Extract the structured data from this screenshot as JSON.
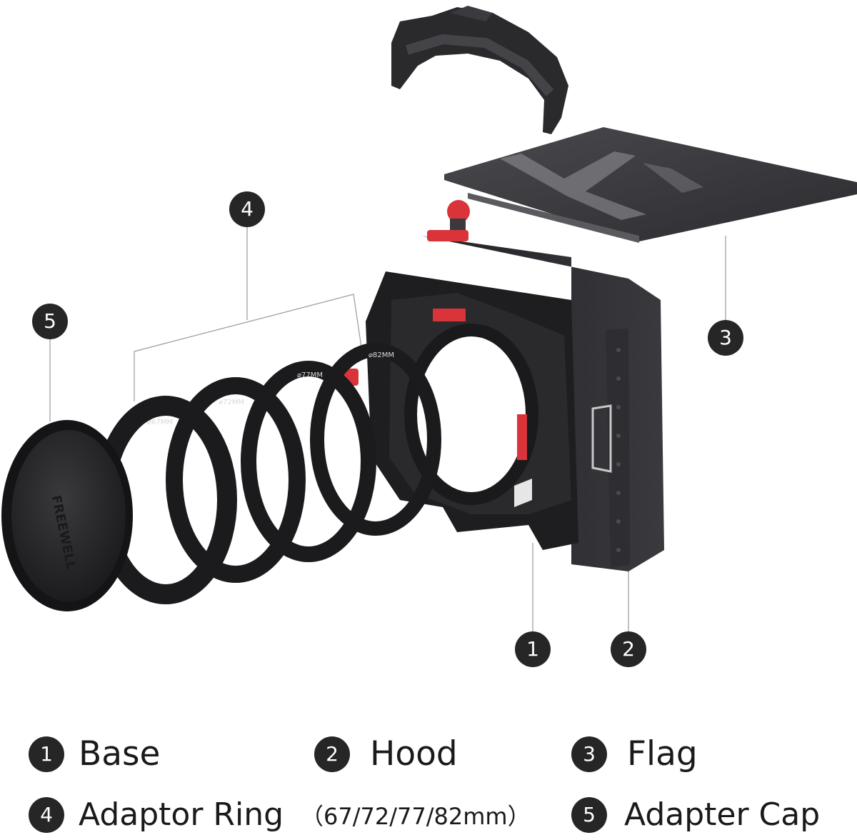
{
  "callouts": {
    "c1": "1",
    "c2": "2",
    "c3": "3",
    "c4": "4",
    "c5": "5"
  },
  "rings": [
    {
      "size_label": "⌀67MM"
    },
    {
      "size_label": "⌀72MM"
    },
    {
      "size_label": "⌀77MM"
    },
    {
      "size_label": "⌀82MM"
    }
  ],
  "brand": "FREEWELL",
  "legend": [
    {
      "num": "1",
      "label": "Base"
    },
    {
      "num": "2",
      "label": "Hood"
    },
    {
      "num": "3",
      "label": "Flag"
    },
    {
      "num": "4",
      "label": "Adaptor Ring",
      "note": "（67/72/77/82mm）"
    },
    {
      "num": "5",
      "label": "Adapter Cap"
    }
  ],
  "colors": {
    "callout_bg": "#262626",
    "accent_red": "#d8343a",
    "body_dark": "#1e1e20"
  }
}
